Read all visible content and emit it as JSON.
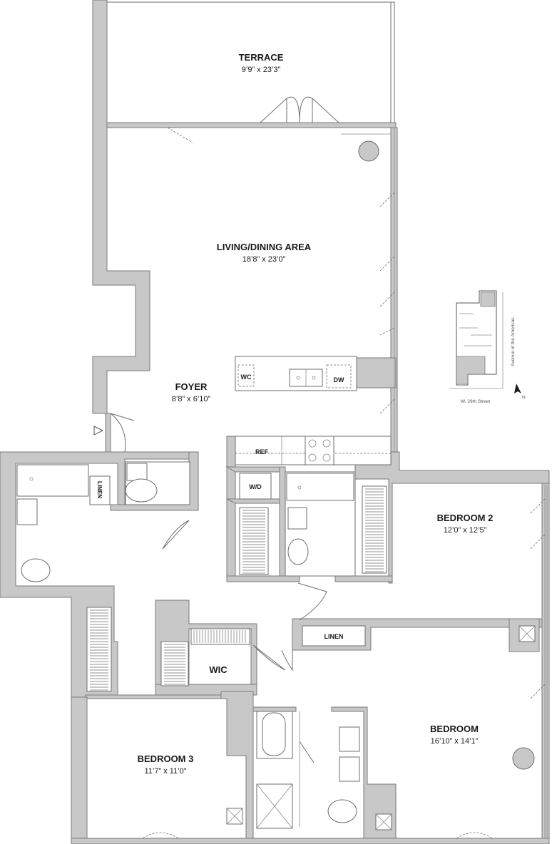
{
  "rooms": {
    "terrace": {
      "name": "TERRACE",
      "dims": "9’9” x 23’3”"
    },
    "living": {
      "name": "LIVING/DINING AREA",
      "dims": "18’8” x 23’0”"
    },
    "foyer": {
      "name": "FOYER",
      "dims": "8’8” x 6’10”"
    },
    "bedroom2": {
      "name": "BEDROOM 2",
      "dims": "12’0” x 12’5”"
    },
    "bedroom": {
      "name": "BEDROOM",
      "dims": "16’10” x 14’1”"
    },
    "bedroom3": {
      "name": "BEDROOM 3",
      "dims": "11’7” x 11’0”"
    },
    "wic": {
      "name": "WIC"
    }
  },
  "fixtures": {
    "wc": "WC",
    "dw": "DW",
    "ref": "REF",
    "wd": "W/D",
    "linen_vertical": "LINEN",
    "linen_hall": "LINEN"
  },
  "key_plan": {
    "avenue": "Avenue of the Americas",
    "street": "W. 29th Street",
    "north": "N"
  },
  "colors": {
    "wall": "#c8c8c8",
    "wall_outline": "#7a7a7a",
    "fixture_line": "#6e6e6e",
    "text": "#1a1a1a"
  }
}
